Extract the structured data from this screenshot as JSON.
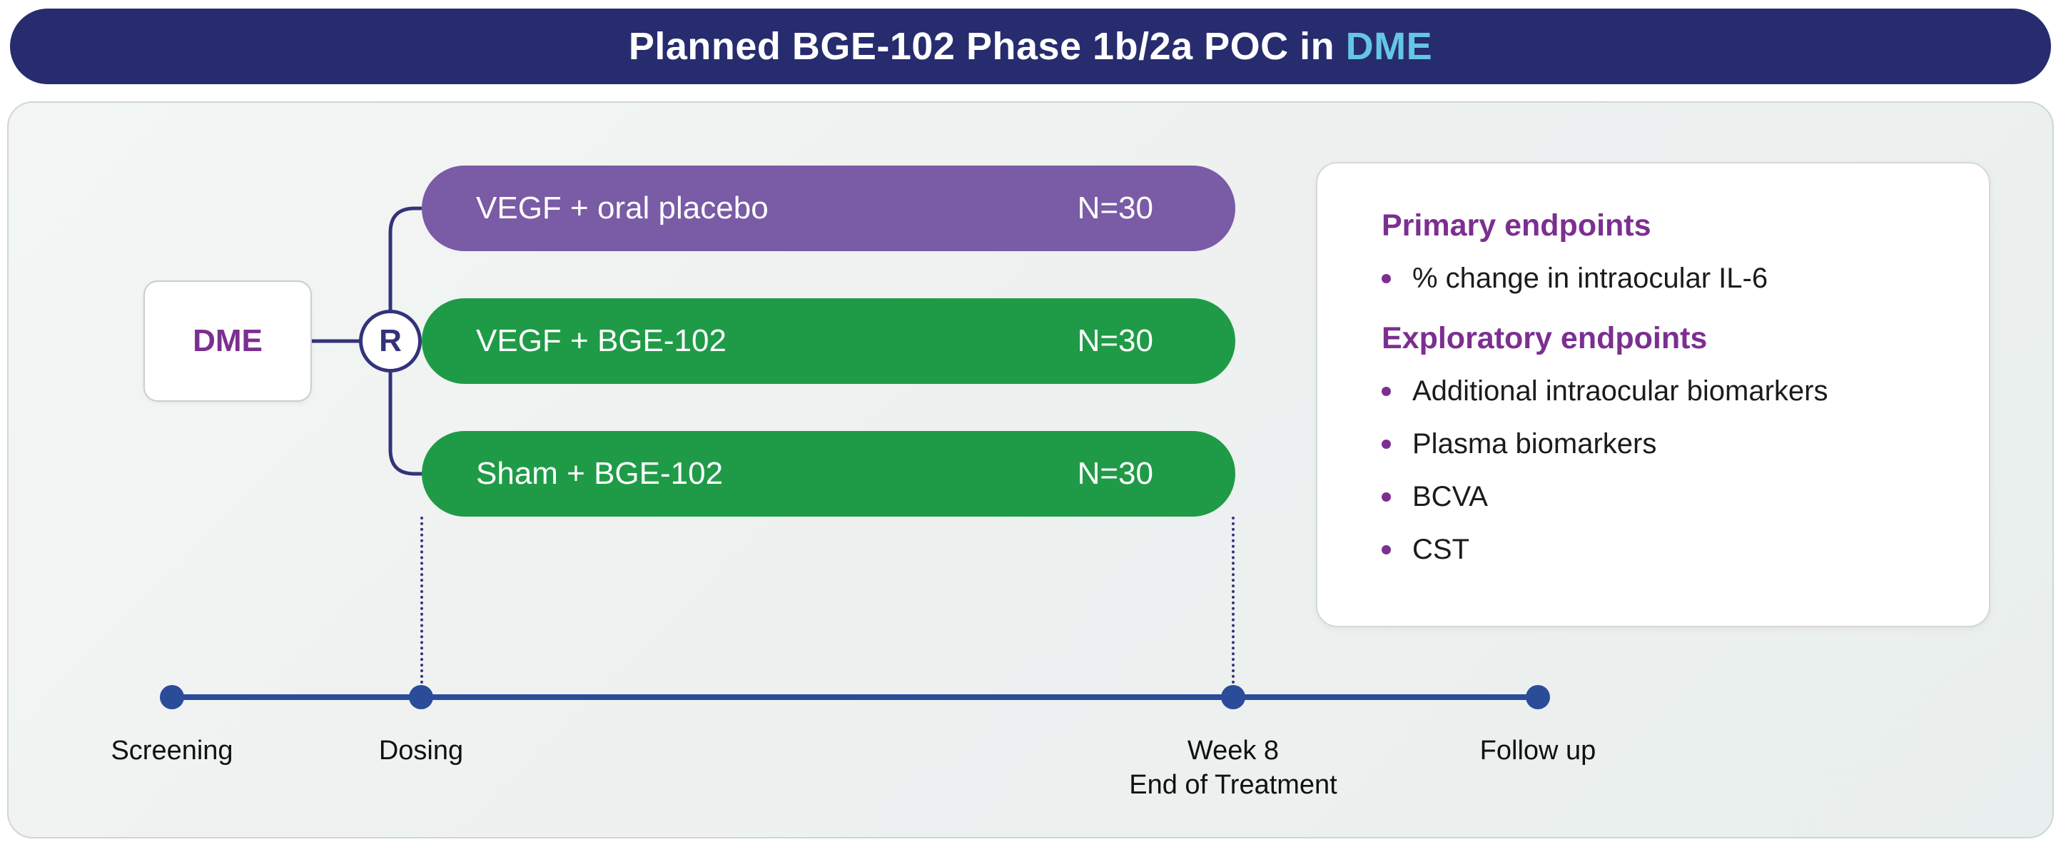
{
  "header": {
    "title_main": "Planned BGE-102 Phase 1b/2a POC in ",
    "title_accent": "DME"
  },
  "diagram": {
    "population_label": "DME",
    "randomization_label": "R",
    "arms": [
      {
        "label": "VEGF + oral placebo",
        "n": "N=30",
        "color": "#7a5ba6"
      },
      {
        "label": "VEGF + BGE-102",
        "n": "N=30",
        "color": "#1f9b47"
      },
      {
        "label": "Sham + BGE-102",
        "n": "N=30",
        "color": "#1f9b47"
      }
    ]
  },
  "endpoints": {
    "primary_title": "Primary endpoints",
    "primary_items": [
      "% change in intraocular IL-6"
    ],
    "exploratory_title": "Exploratory endpoints",
    "exploratory_items": [
      "Additional intraocular biomarkers",
      "Plasma biomarkers",
      "BCVA",
      "CST"
    ]
  },
  "timeline": {
    "milestones": [
      {
        "label": "Screening",
        "sublabel": ""
      },
      {
        "label": "Dosing",
        "sublabel": ""
      },
      {
        "label": "Week 8",
        "sublabel": "End of Treatment"
      },
      {
        "label": "Follow up",
        "sublabel": ""
      }
    ]
  },
  "colors": {
    "header_bg": "#272c6f",
    "accent_cyan": "#65c6e6",
    "purple_text": "#7b2f90",
    "arm_purple": "#7a5ba6",
    "arm_green": "#1f9b47",
    "timeline_blue": "#2b4c99",
    "connector_navy": "#33337b",
    "panel_bg": "#eef1f0"
  }
}
